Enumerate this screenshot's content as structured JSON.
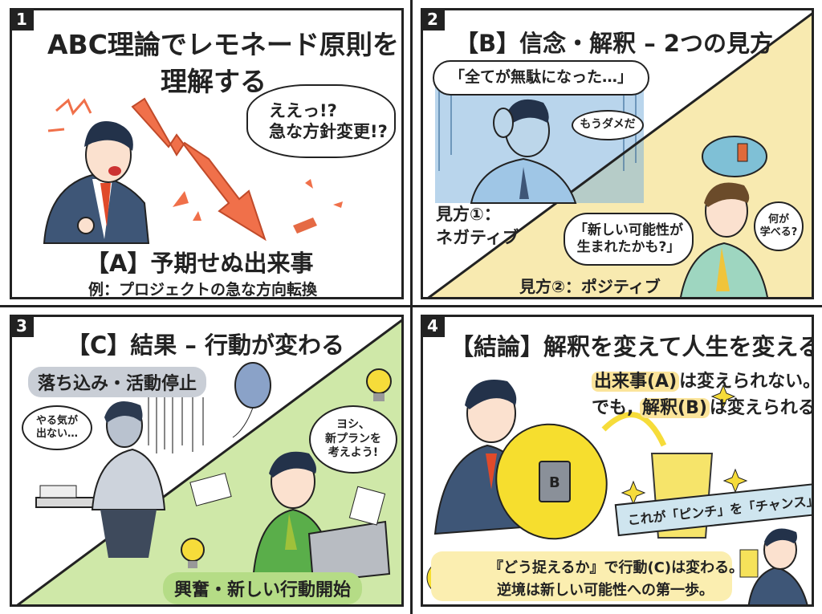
{
  "panel1": {
    "number": "1",
    "title_line1": "ABC理論でレモネード原則を",
    "title_line2": "理解する",
    "bubble_line1": "ええっ!?",
    "bubble_line2": "急な方針変更!?",
    "caption": "【A】予期せぬ出来事",
    "example": "例：プロジェクトの急な方向転換",
    "accent_color": "#f0704a"
  },
  "panel2": {
    "number": "2",
    "title": "【B】信念・解釈 – 2つの見方",
    "negative_speech": "「全てが無駄になった…」",
    "negative_thought": "もうダメだ",
    "view1_line1": "見方①：",
    "view1_line2": "ネガティブ",
    "positive_speech_line1": "「新しい可能性が",
    "positive_speech_line2": "生まれたかも?」",
    "positive_thought_line1": "何が",
    "positive_thought_line2": "学べる?",
    "view2": "見方②：ポジティブ",
    "negative_color": "#7fb3dc",
    "positive_color": "#f8eab0"
  },
  "panel3": {
    "number": "3",
    "title": "【C】結果 – 行動が変わる",
    "negative_label": "落ち込み・活動停止",
    "negative_thought_line1": "やる気が",
    "negative_thought_line2": "出ない…",
    "positive_speech_line1": "ヨシ、",
    "positive_speech_line2": "新プランを",
    "positive_speech_line3": "考えよう!",
    "positive_label": "興奮・新しい行動開始",
    "negative_color": "#c9ced6",
    "positive_color": "#cfe8a8"
  },
  "panel4": {
    "number": "4",
    "title": "【結論】解釈を変えて人生を変える",
    "statement_line1_highlight": "出来事(A)",
    "statement_line1_rest": "は変えられない。",
    "statement_line2_prefix": "でも,",
    "statement_line2_highlight": "解釈(B)",
    "statement_line2_rest": "は変えられる!",
    "switch_label": "B",
    "ribbon": "これが「ピンチ」を「チャンス」に!",
    "summary_line1": "『どう捉えるか』で行動(C)は変わる。",
    "summary_line2": "逆境は新しい可能性への第一歩。",
    "highlight_color": "#fbe49a",
    "ribbon_color": "#cfe5ef"
  }
}
